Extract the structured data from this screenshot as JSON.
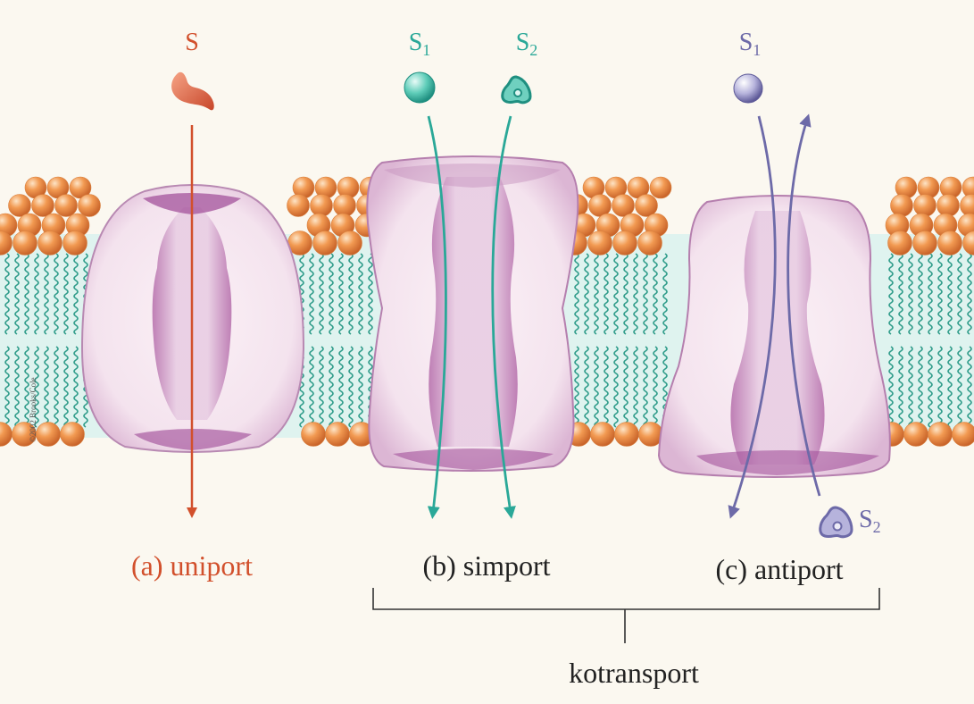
{
  "membrane_credit": "©2002 Brooks/Cole",
  "uniport": {
    "solute": {
      "label": "S"
    },
    "caption": "(a) uniport"
  },
  "simport": {
    "solute1": {
      "label": "S",
      "subscript": "1"
    },
    "solute2": {
      "label": "S",
      "subscript": "2"
    },
    "caption": "(b) simport"
  },
  "antiport": {
    "solute1": {
      "label": "S",
      "subscript": "1"
    },
    "solute2": {
      "label": "S",
      "subscript": "2"
    },
    "caption": "(c) antiport"
  },
  "group_label": "kotransport",
  "colors": {
    "uniport": "#d2502c",
    "simport": "#2aa898",
    "antiport": "#6d6aa8",
    "lipid_head": "#ee8a3e",
    "lipid_tail": "#2f9c8a",
    "protein_fill": "#f8ebf2",
    "protein_edge": "#a4579a"
  }
}
